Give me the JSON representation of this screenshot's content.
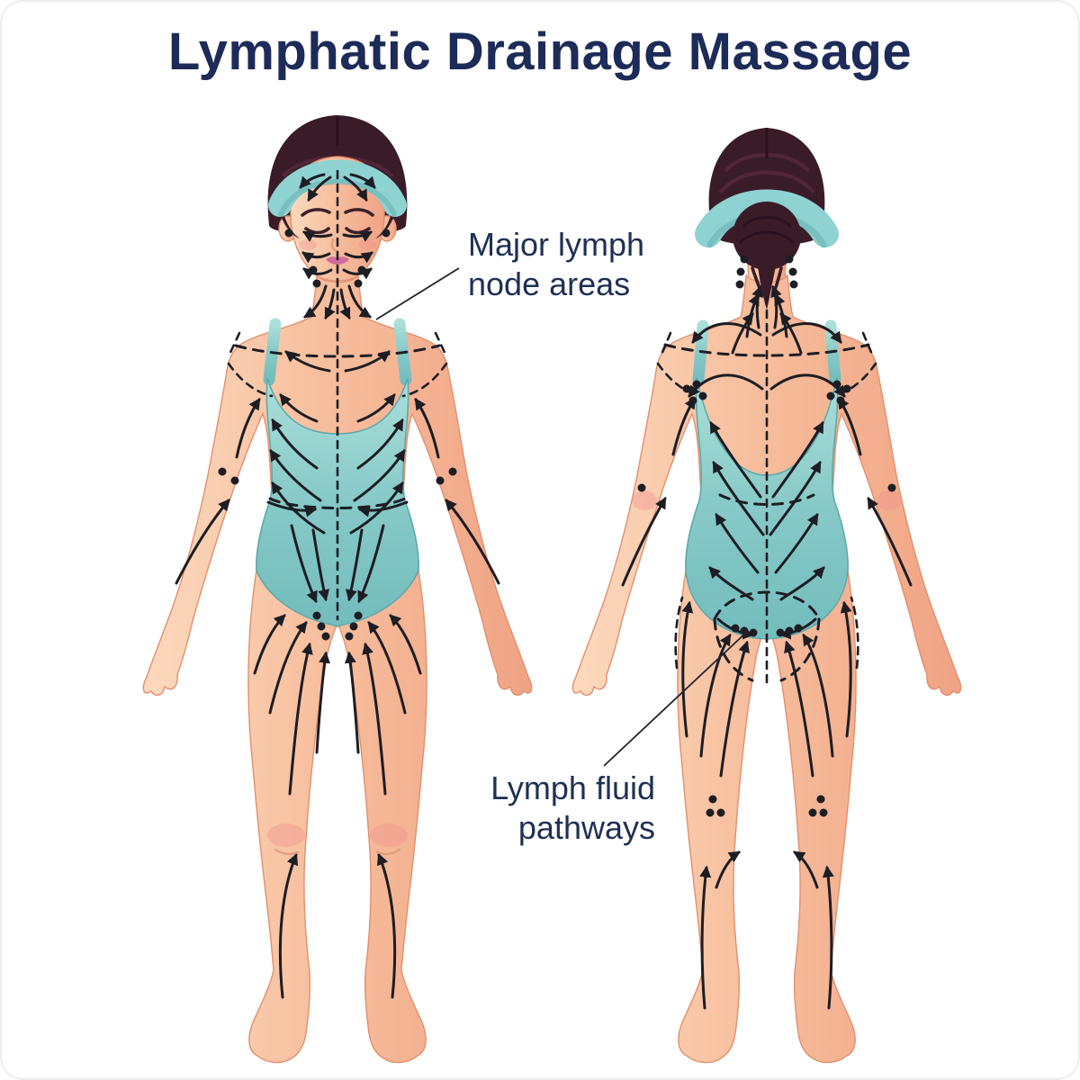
{
  "title": "Lymphatic Drainage Massage",
  "annotations": {
    "nodes": {
      "line1": "Major lymph",
      "line2": "node areas"
    },
    "pathways": {
      "line1": "Lymph fluid",
      "line2": "pathways"
    }
  },
  "figures": {
    "front": "female-figure-front-view",
    "back": "female-figure-back-view"
  },
  "colors": {
    "title": "#1c2b57",
    "label": "#1e3054",
    "arrow": "#1d1d24",
    "skin": "#f6bb9a",
    "skin_highlight": "#fbd8bd",
    "suit": "#86c9c7",
    "suit_highlight": "#abdfda",
    "suit_dark": "#5fa9ab",
    "hair": "#3a1c29",
    "headband": "#8fd2d2",
    "blush": "#f0928f",
    "lips": "#cf6b9e",
    "background": "#ffffff"
  }
}
